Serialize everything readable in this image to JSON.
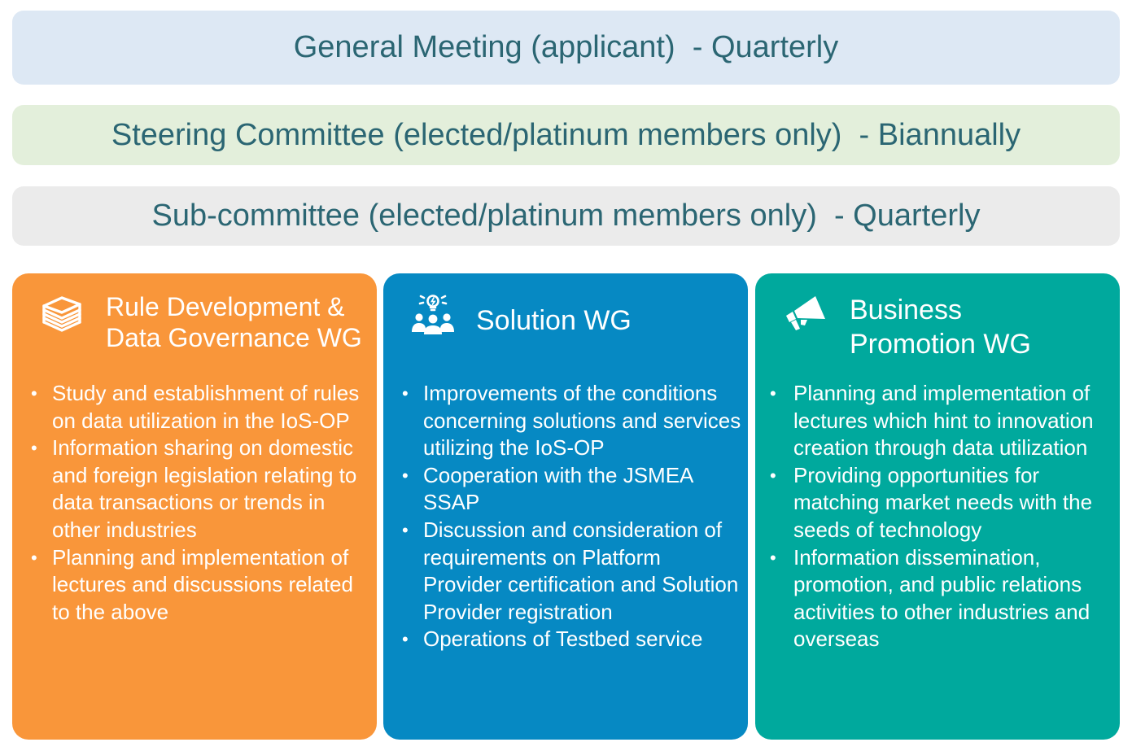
{
  "bands": [
    {
      "text": "General Meeting (applicant)  - Quarterly"
    },
    {
      "text": "Steering Committee (elected/platinum members only)  - Biannually"
    },
    {
      "text": "Sub-committee (elected/platinum members only)  - Quarterly"
    }
  ],
  "working_groups": [
    {
      "title": "Rule Development &\nData Governance WG",
      "icon": "books-icon",
      "color": "#f9963a",
      "items": [
        "Study and establishment of rules on data utilization in the IoS-OP",
        "Information sharing on domestic and foreign legislation relating to data transactions or trends in other industries",
        "Planning and implementation of lectures and discussions related to the above"
      ]
    },
    {
      "title": "Solution WG",
      "icon": "team-idea-icon",
      "color": "#0689c3",
      "items": [
        "Improvements of the conditions concerning solutions and services utilizing the IoS-OP",
        "Cooperation with the JSMEA SSAP",
        "Discussion and consideration of requirements on Platform Provider certification and Solution Provider registration",
        "Operations of Testbed service"
      ]
    },
    {
      "title": "Business\nPromotion WG",
      "icon": "megaphone-icon",
      "color": "#00a99d",
      "items": [
        "Planning and implementation of lectures which hint to innovation creation through data utilization",
        "Providing opportunities for matching market needs with the seeds of technology",
        "Information dissemination, promotion, and public relations activities to other industries and overseas"
      ]
    }
  ],
  "colors": {
    "band_text": "#2b6673",
    "band_1": "#dde8f4",
    "band_2": "#e3efdb",
    "band_3": "#ebebeb"
  }
}
